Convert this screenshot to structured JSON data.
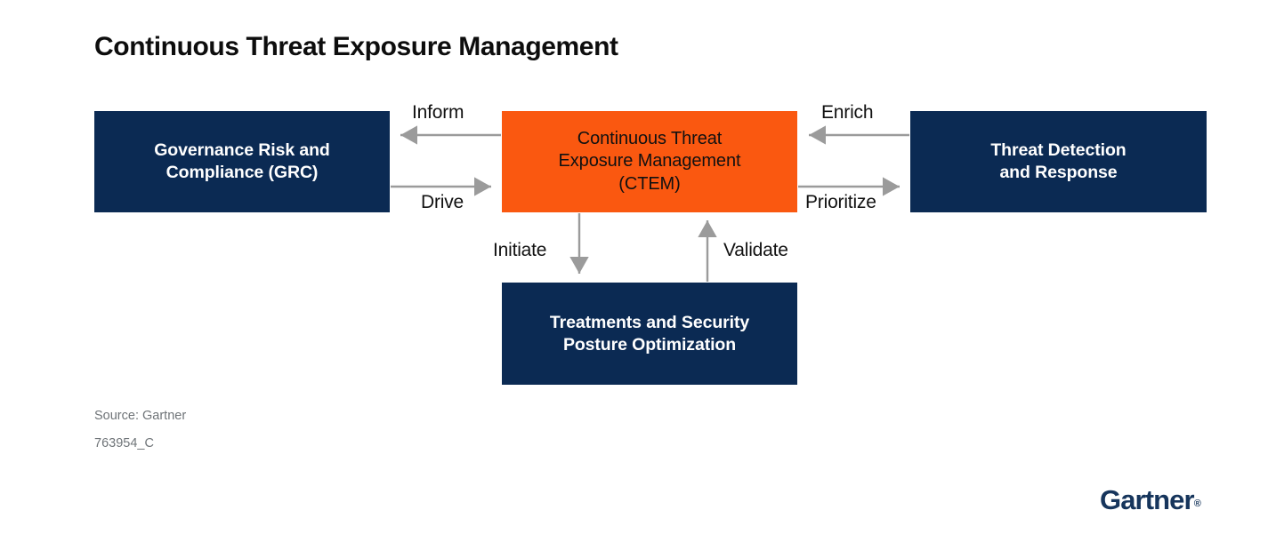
{
  "title": "Continuous Threat Exposure Management",
  "diagram": {
    "type": "flow-diagram",
    "nodes": [
      {
        "id": "grc",
        "label": "Governance Risk and Compliance (GRC)",
        "line1": "Governance Risk and",
        "line2": "Compliance (GRC)",
        "color": "#0b2a53",
        "text_color": "#ffffff",
        "position": "left"
      },
      {
        "id": "ctem",
        "label": "Continuous Threat Exposure Management (CTEM)",
        "line1": "Continuous Threat",
        "line2": "Exposure Management",
        "line3": "(CTEM)",
        "color": "#fa5810",
        "text_color": "#111111",
        "position": "center"
      },
      {
        "id": "tdr",
        "label": "Threat Detection and Response",
        "line1": "Threat Detection",
        "line2": "and Response",
        "color": "#0b2a53",
        "text_color": "#ffffff",
        "position": "right"
      },
      {
        "id": "tspo",
        "label": "Treatments and Security Posture Optimization",
        "line1": "Treatments and Security",
        "line2": "Posture Optimization",
        "color": "#0b2a53",
        "text_color": "#ffffff",
        "position": "bottom"
      }
    ],
    "edges": [
      {
        "id": "inform",
        "label": "Inform",
        "from": "ctem",
        "to": "grc",
        "direction": "left"
      },
      {
        "id": "drive",
        "label": "Drive",
        "from": "grc",
        "to": "ctem",
        "direction": "right"
      },
      {
        "id": "enrich",
        "label": "Enrich",
        "from": "tdr",
        "to": "ctem",
        "direction": "left"
      },
      {
        "id": "prioritize",
        "label": "Prioritize",
        "from": "ctem",
        "to": "tdr",
        "direction": "right"
      },
      {
        "id": "initiate",
        "label": "Initiate",
        "from": "ctem",
        "to": "tspo",
        "direction": "down"
      },
      {
        "id": "validate",
        "label": "Validate",
        "from": "tspo",
        "to": "ctem",
        "direction": "up"
      }
    ],
    "arrow_color": "#9b9b9b"
  },
  "footer": {
    "source": "Source: Gartner",
    "code": "763954_C"
  },
  "brand": {
    "name": "Gartner",
    "registered_mark": "®",
    "color": "#16355c"
  }
}
